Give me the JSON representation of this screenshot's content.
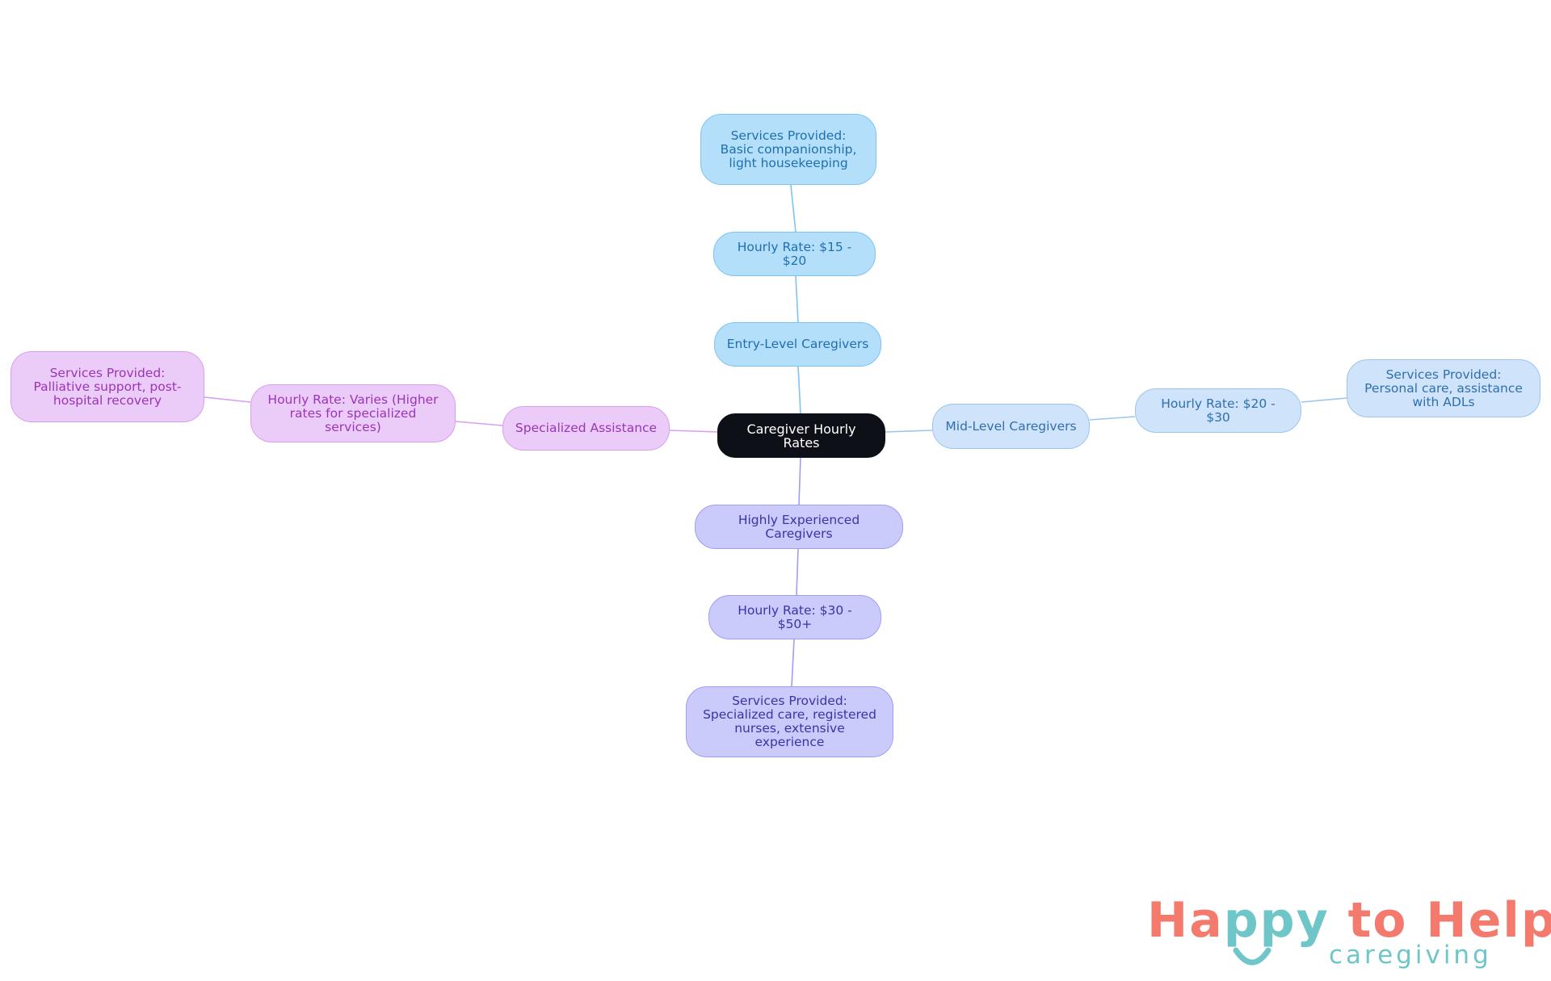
{
  "colors": {
    "root": "#0d1117",
    "entry_branch": "#b3dffb",
    "mid_branch": "#cfe3fa",
    "experienced_branch": "#cacafb",
    "specialized_branch": "#ebccf9",
    "logo_coral": "#f47a6e",
    "logo_teal": "#6fc6c9"
  },
  "root": {
    "label": "Caregiver Hourly Rates"
  },
  "branches": {
    "entry": {
      "label": "Entry-Level Caregivers",
      "rate": "Hourly Rate: $15 - $20",
      "services": "Services Provided: Basic companionship, light housekeeping"
    },
    "mid": {
      "label": "Mid-Level Caregivers",
      "rate": "Hourly Rate: $20 - $30",
      "services": "Services Provided: Personal care, assistance with ADLs"
    },
    "experienced": {
      "label": "Highly Experienced Caregivers",
      "rate": "Hourly Rate: $30 - $50+",
      "services": "Services Provided: Specialized care, registered nurses, extensive experience"
    },
    "specialized": {
      "label": "Specialized Assistance",
      "rate": "Hourly Rate: Varies (Higher rates for specialized services)",
      "services": "Services Provided: Palliative support, post-hospital recovery"
    }
  },
  "logo": {
    "ha": "Ha",
    "ppy": "ppy",
    "to_help": " to Help",
    "subtitle": "caregiving"
  }
}
